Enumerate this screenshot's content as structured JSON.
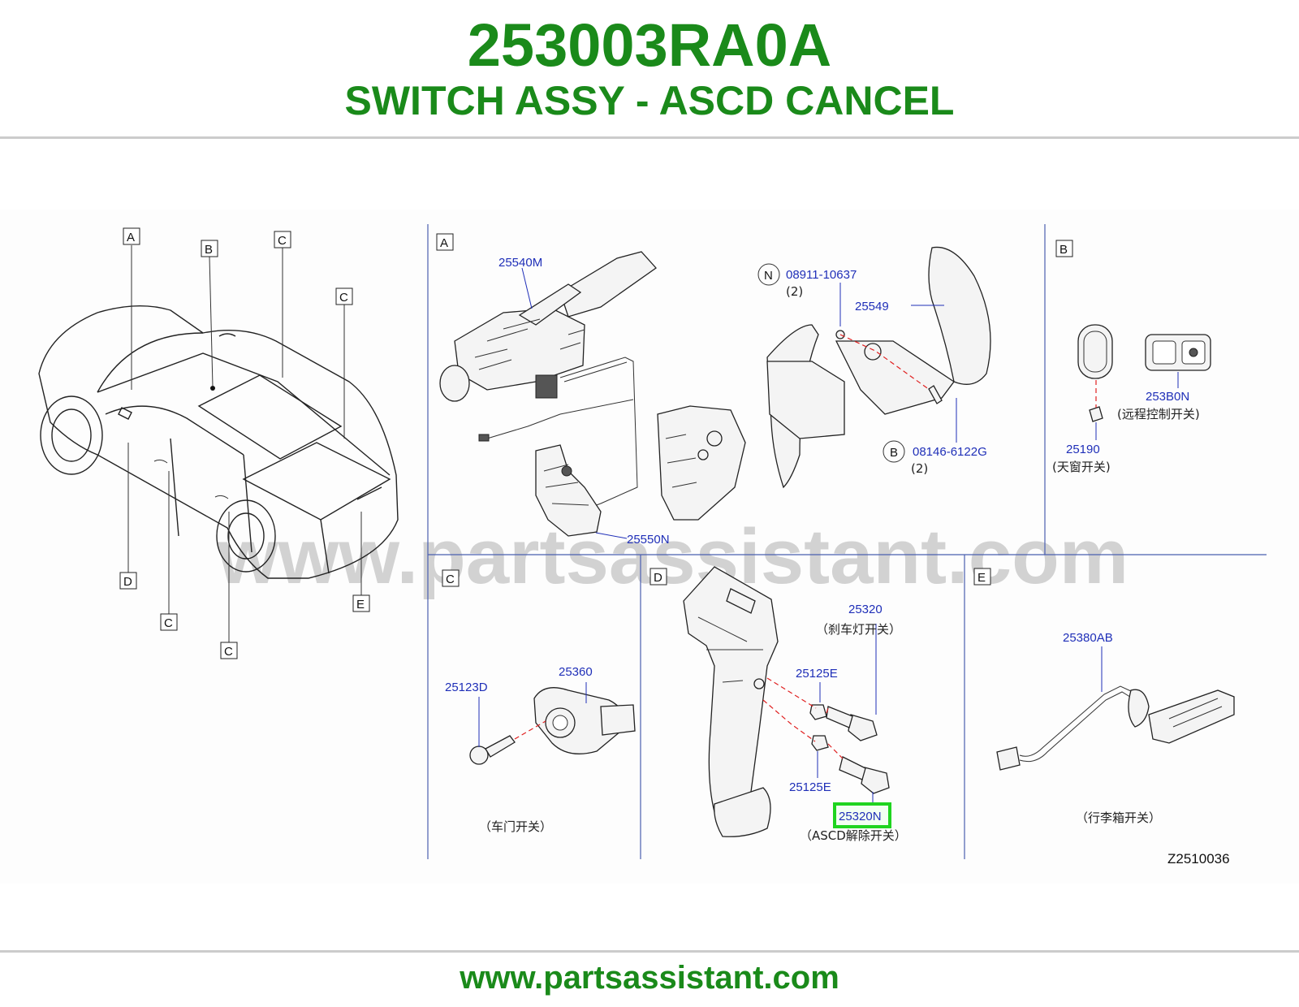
{
  "header": {
    "part_number": "253003RA0A",
    "part_name": "SWITCH ASSY - ASCD CANCEL"
  },
  "footer": {
    "url": "www.partsassistant.com"
  },
  "watermark": "www.partsassistant.com",
  "diagram_code": "Z2510036",
  "highlight_color": "#1fd41f",
  "brand_color": "#1a8a1a",
  "overview": {
    "callouts": [
      "A",
      "B",
      "C",
      "C",
      "D",
      "C",
      "C",
      "E"
    ]
  },
  "panels": {
    "A": {
      "label": "A",
      "parts": [
        "25540M",
        "25550N",
        "08911-10637",
        "25549",
        "08146-6122G"
      ],
      "qty": [
        "(2)",
        "(2)"
      ],
      "symbols": [
        "N",
        "B"
      ]
    },
    "B": {
      "label": "B",
      "parts": [
        "253B0N",
        "25190"
      ],
      "notes": [
        "(远程控制开关)",
        "(天窗开关)"
      ]
    },
    "C": {
      "label": "C",
      "parts": [
        "25360",
        "25123D"
      ],
      "notes": [
        "（车门开关）"
      ]
    },
    "D": {
      "label": "D",
      "parts": [
        "25320",
        "25125E",
        "25125E",
        "25320N"
      ],
      "notes": [
        "（刹车灯开关）",
        "（ASCD解除开关）"
      ],
      "highlighted": "25320N"
    },
    "E": {
      "label": "E",
      "parts": [
        "25380AB"
      ],
      "notes": [
        "（行李箱开关）"
      ]
    }
  }
}
